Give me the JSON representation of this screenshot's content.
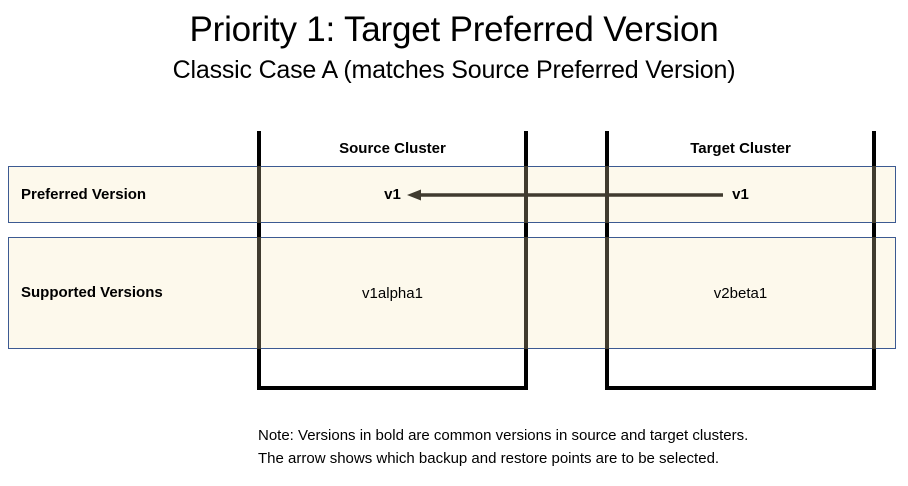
{
  "title": {
    "main": "Priority 1: Target Preferred Version",
    "sub": "Classic Case A (matches Source Preferred Version)"
  },
  "colors": {
    "band_fill": "#FDF9EC",
    "band_border": "#3C5A92",
    "box_border": "#000000",
    "arrow": "#403B2F",
    "text": "#000000"
  },
  "clusters": [
    {
      "id": "source",
      "header": "Source Cluster"
    },
    {
      "id": "target",
      "header": "Target Cluster"
    }
  ],
  "rows": [
    {
      "id": "preferred",
      "label": "Preferred Version",
      "source_value": "v1",
      "target_value": "v1",
      "bold": true
    },
    {
      "id": "supported",
      "label": "Supported Versions",
      "source_value": "v1alpha1",
      "target_value": "v2beta1",
      "bold": false
    }
  ],
  "arrow": {
    "name": "target-to-source-arrow",
    "direction": "left",
    "from": "Target Cluster preferred version v1",
    "to": "Source Cluster preferred version v1"
  },
  "note": {
    "line1": "Note: Versions in bold are common versions in source and target clusters.",
    "line2": "The arrow shows which backup and restore points are to be selected."
  }
}
